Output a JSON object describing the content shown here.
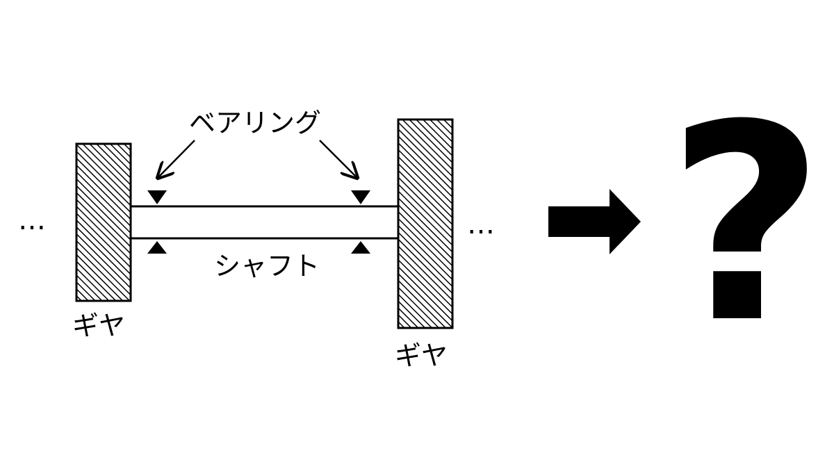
{
  "labels": {
    "bearing": "ベアリング",
    "shaft": "シャフト",
    "gear_left": "ギヤ",
    "gear_right": "ギヤ",
    "ellipsis_left": "…",
    "ellipsis_right": "…",
    "question": "?"
  },
  "colors": {
    "ink": "#000000",
    "background": "#ffffff"
  },
  "icons": {
    "gear_fill": "diagonal-hatch",
    "arrow": "thick-right-arrow"
  }
}
